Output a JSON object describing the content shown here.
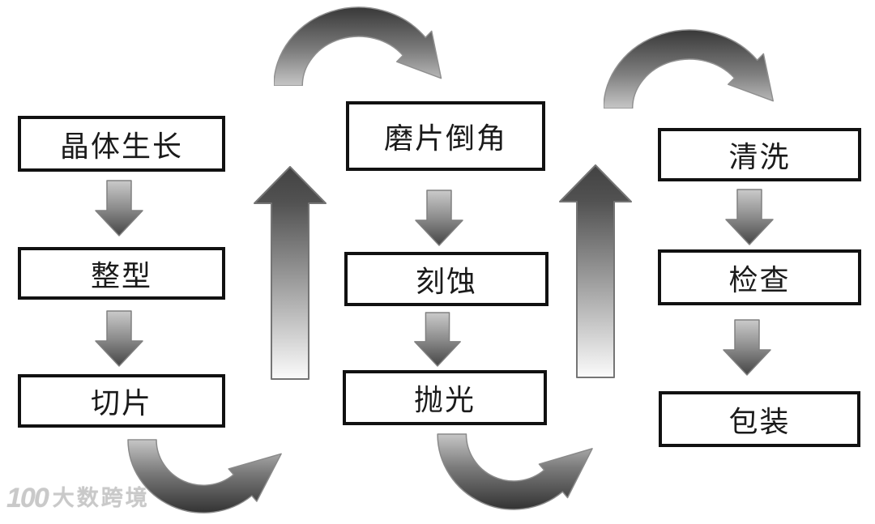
{
  "process_flow": {
    "stages": [
      {
        "id": "crystal-growth",
        "label": "晶体生长"
      },
      {
        "id": "shaping",
        "label": "整型"
      },
      {
        "id": "slicing",
        "label": "切片"
      },
      {
        "id": "lapping-chamfering",
        "label": "磨片倒角"
      },
      {
        "id": "etching",
        "label": "刻蚀"
      },
      {
        "id": "polishing",
        "label": "抛光"
      },
      {
        "id": "cleaning",
        "label": "清洗"
      },
      {
        "id": "inspection",
        "label": "检查"
      },
      {
        "id": "packaging",
        "label": "包装"
      }
    ],
    "connections": [
      {
        "from": "晶体生长",
        "to": "整型",
        "type": "small-down-arrow"
      },
      {
        "from": "整型",
        "to": "切片",
        "type": "small-down-arrow"
      },
      {
        "from": "切片",
        "to": "磨片倒角",
        "type": "bottom-u-arrow + large-up-arrow + top-arc-arrow"
      },
      {
        "from": "磨片倒角",
        "to": "刻蚀",
        "type": "small-down-arrow"
      },
      {
        "from": "刻蚀",
        "to": "抛光",
        "type": "small-down-arrow"
      },
      {
        "from": "抛光",
        "to": "清洗",
        "type": "bottom-u-arrow + large-up-arrow + top-arc-arrow"
      },
      {
        "from": "清洗",
        "to": "检查",
        "type": "small-down-arrow"
      },
      {
        "from": "检查",
        "to": "包装",
        "type": "small-down-arrow"
      }
    ]
  },
  "watermark": {
    "logo": "100",
    "text": "大数跨境"
  },
  "colors": {
    "background": "#ffffff",
    "box_border": "#111111",
    "box_fill": "#ffffff",
    "box_text": "#1a1a1a",
    "arrow_dark": "#424242",
    "arrow_mid": "#8c8c8c",
    "arrow_light": "#cacaca",
    "arrow_tail_fade": "#fbfbfb",
    "watermark_gray": "#c9c9c9"
  }
}
